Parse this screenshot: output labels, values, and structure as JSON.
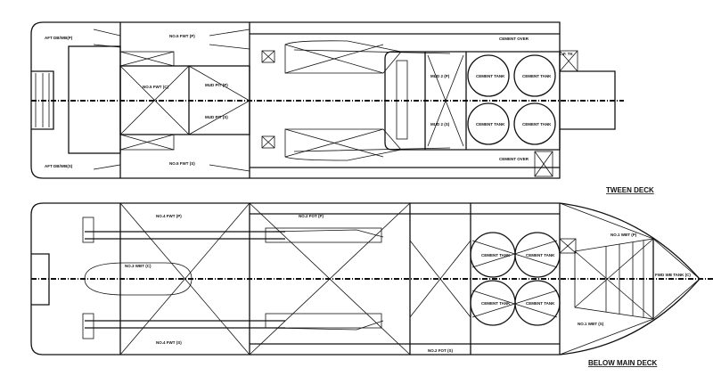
{
  "titles": {
    "tween": "TWEEN DECK",
    "below": "BELOW MAIN DECK"
  },
  "tween_labels": {
    "aft_p": "AFT DB/WB(P)",
    "aft_s": "AFT DB/WB(S)",
    "void_p": "NO.5 FWT (P)",
    "void_s": "NO.5 FWT (S)",
    "fwt_c": "NO.5 FWT (C)",
    "mud_p": "MUD PIT (P)",
    "mud_s": "MUD PIT (S)",
    "mud2_p": "MUD 2 (P)",
    "mud2_s": "MUD 2 (S)",
    "cement_over_p": "CEMENT OVER",
    "cement_over_s": "CEMENT OVER",
    "lf_tk": "L.F. TK",
    "tank1": "CEMENT TANK",
    "tank2": "CEMENT TANK",
    "tank3": "CEMENT TANK",
    "tank4": "CEMENT TANK"
  },
  "below_labels": {
    "fwt_p": "NO.4 FWT (P)",
    "fwt_s": "NO.4 FWT (S)",
    "wbt_c": "NO.3 WBT (C)",
    "fot_p": "NO.2 FOT (P)",
    "fot_s": "NO.2 FOT (S)",
    "wbt2_p": "NO.1 WBT (P)",
    "wbt2_s": "NO.1 WBT (S)",
    "fpk": "FWD WB TANK (C)",
    "tank1": "CEMENT TANK",
    "tank2": "CEMENT TANK",
    "tank3": "CEMENT TANK",
    "tank4": "CEMENT TANK"
  }
}
